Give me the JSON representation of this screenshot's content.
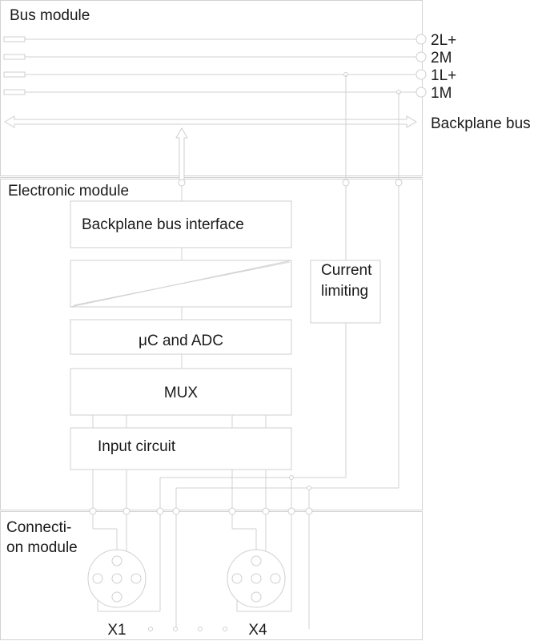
{
  "sections": {
    "bus_module": "Bus module",
    "electronic_module": "Electronic module",
    "connection_module_line1": "Connecti-",
    "connection_module_line2": "on module"
  },
  "rails": {
    "l2": "2L+",
    "m2": "2M",
    "l1": "1L+",
    "m1": "1M",
    "backplane": "Backplane bus"
  },
  "blocks": {
    "bus_interface": "Backplane bus interface",
    "current_limiting_line1": "Current",
    "current_limiting_line2": "limiting",
    "uc_adc": "μC and ADC",
    "mux": "MUX",
    "input_circuit": "Input circuit"
  },
  "connectors": {
    "x1": "X1",
    "x4": "X4"
  }
}
